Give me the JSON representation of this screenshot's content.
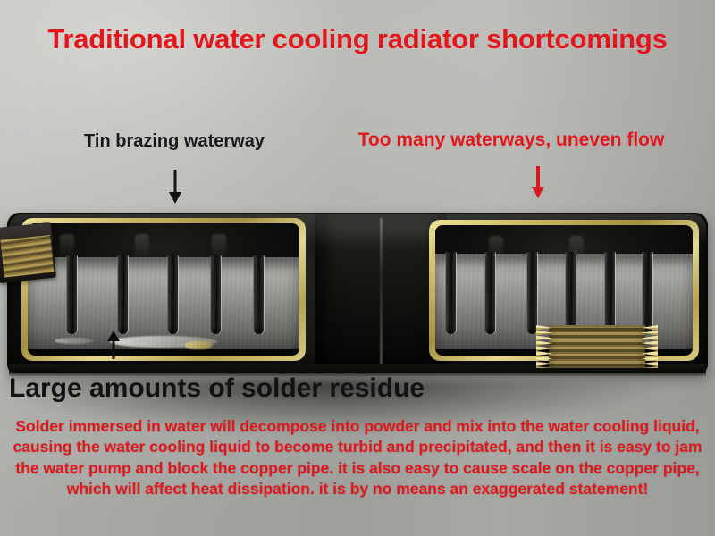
{
  "title": "Traditional water cooling radiator shortcomings",
  "callouts": [
    {
      "id": "tin-brazing-waterway",
      "text": "Tin brazing waterway",
      "color": "#1a1a1a",
      "arrow": "down-arrow-black"
    },
    {
      "id": "too-many-waterways",
      "text": "Too many waterways, uneven flow",
      "color": "#e3171b",
      "arrow": "down-arrow-red"
    }
  ],
  "photo": {
    "subject": "cut-away radiator end tank showing tin-brazed waterways and solder residue",
    "up_arrow_label": "up-arrow-black",
    "parts": {
      "solder_rim_color": "#cbb964",
      "body_color": "#13130f",
      "brass_port": "threaded brass port",
      "copper_pipe": "copper pipe stub"
    }
  },
  "subheading": "Large amounts of solder residue",
  "paragraph": "Solder immersed in water will decompose into powder and mix into the water cooling liquid, causing the water cooling liquid to become turbid and precipitated, and then it is easy to jam the water pump and block the copper pipe. it is also easy to cause scale on the copper pipe, which will affect heat dissipation. it is by no means an exaggerated statement!",
  "colors": {
    "accent_red": "#e3171b",
    "heading_black": "#121212",
    "background_gray": "#b9b9b7"
  }
}
